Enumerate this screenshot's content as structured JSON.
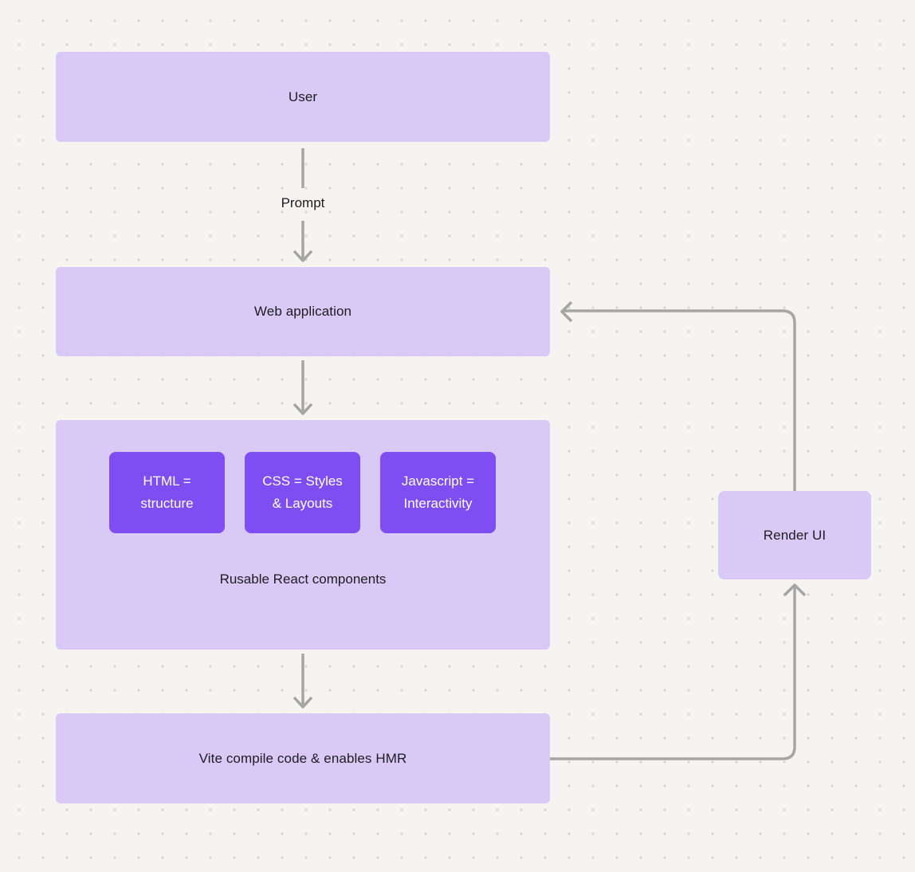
{
  "diagram": {
    "colors": {
      "background": "#f5f4f1",
      "dot": "#d7d5d2",
      "light_box": "#d8c9f7",
      "dark_box": "#7e4ef2",
      "arrow": "#a5a5a5",
      "text_dark": "#1d1d20",
      "text_light": "#ffffff"
    },
    "nodes": {
      "user": {
        "label": "User"
      },
      "web_application": {
        "label": "Web application"
      },
      "components": {
        "caption": "Rusable React components",
        "items": [
          "HTML = structure",
          "CSS = Styles & Layouts",
          "Javascript = Interactivity"
        ]
      },
      "vite": {
        "label": "Vite compile code & enables HMR"
      },
      "render_ui": {
        "label": "Render UI"
      }
    },
    "edges": {
      "prompt_label": "Prompt"
    }
  }
}
